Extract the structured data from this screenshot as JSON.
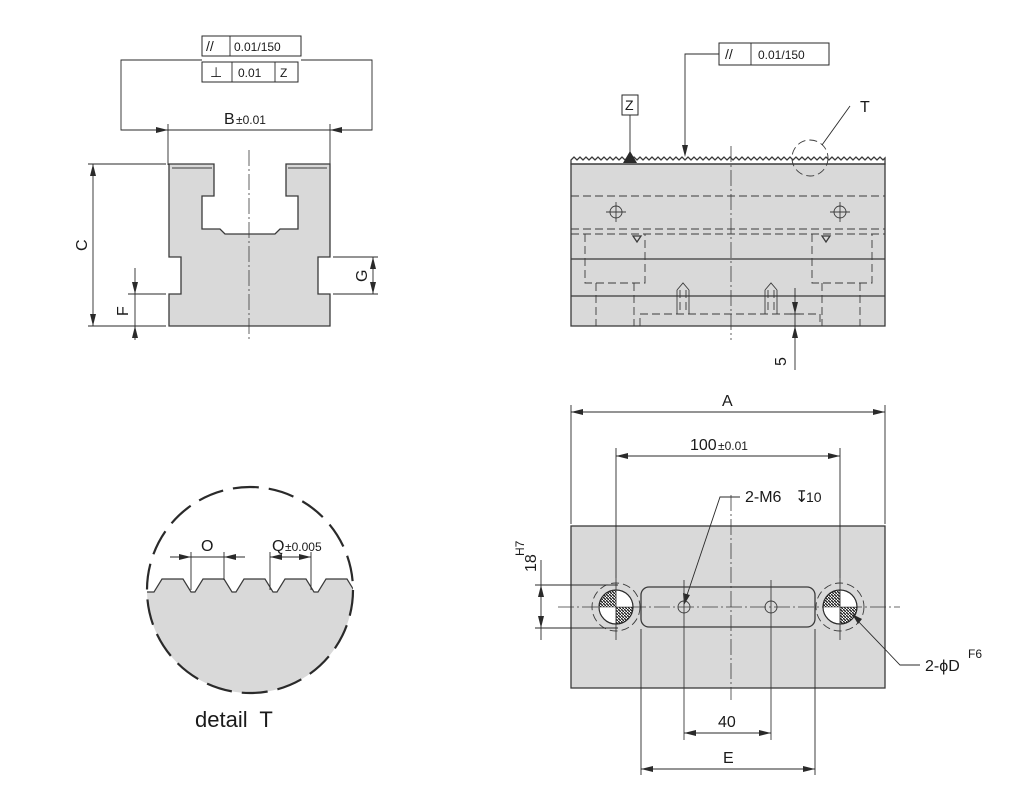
{
  "front_view": {
    "fcf_parallel_symbol": "//",
    "fcf_parallel_value": "0.01/150",
    "fcf_perp_symbol": "⊥",
    "fcf_perp_value": "0.01",
    "fcf_perp_datum": "Z",
    "dim_B": "B",
    "dim_B_tol": "±0.01",
    "dim_C": "C",
    "dim_F": "F",
    "dim_G": "G"
  },
  "side_view": {
    "datum_label": "Z",
    "fcf_parallel_symbol": "//",
    "fcf_parallel_value": "0.01/150",
    "detail_callout": "T",
    "dim_5": "5"
  },
  "plan_view": {
    "dim_A": "A",
    "dim_100": "100",
    "dim_100_tol": "±0.01",
    "thread_callout": "2-M6",
    "thread_depth_symbol": "↧",
    "thread_depth": "10",
    "dim_18": "18",
    "dim_18_fit": "H7",
    "pin_callout": "2-ϕD",
    "pin_fit": "F6",
    "dim_40": "40",
    "dim_E": "E"
  },
  "detail_view": {
    "dim_O": "O",
    "dim_Q": "Q",
    "dim_Q_tol": "±0.005",
    "caption": "detail  T"
  }
}
